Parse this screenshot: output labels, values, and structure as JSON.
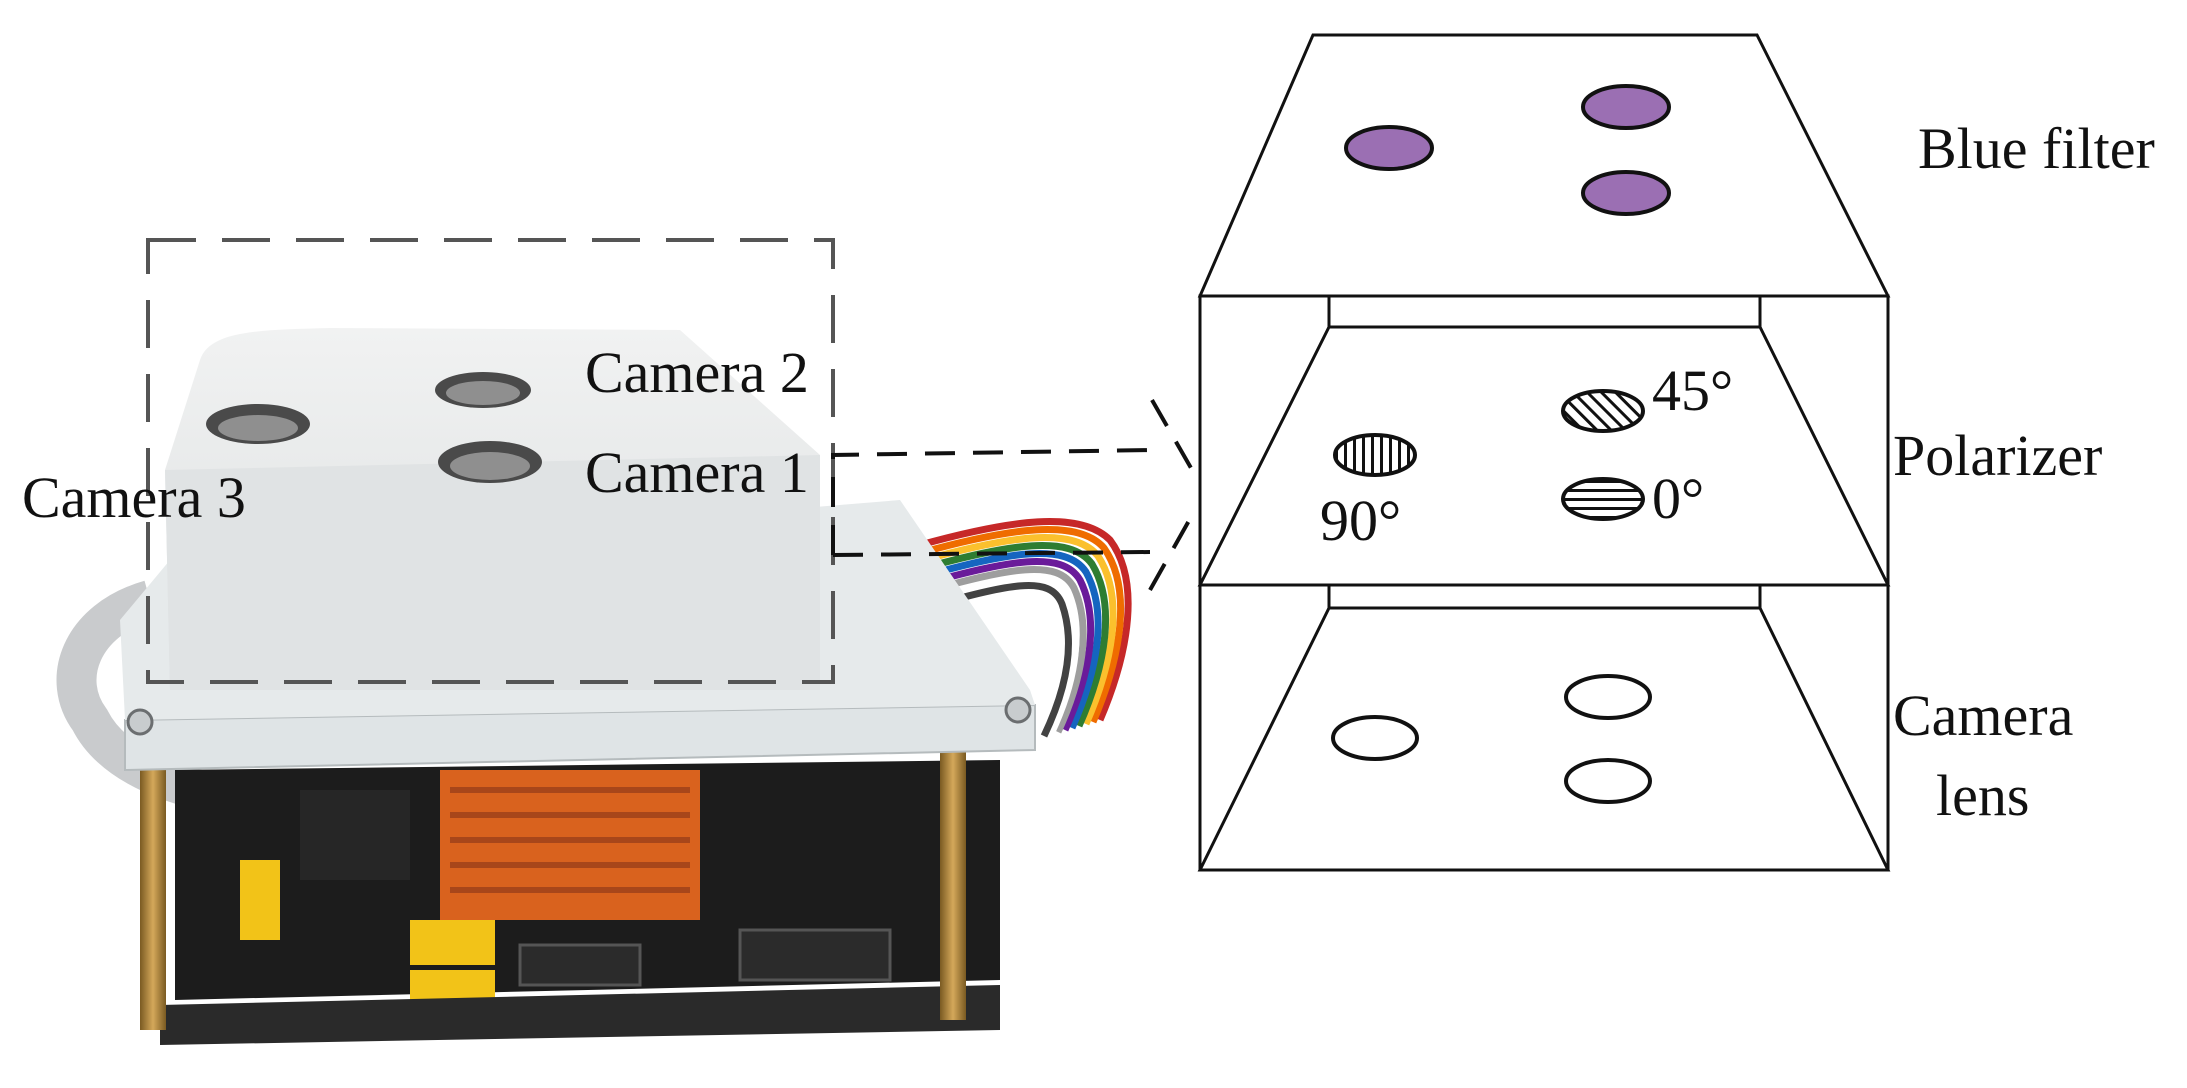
{
  "labels": {
    "camera3": "Camera 3",
    "camera2": "Camera 2",
    "camera1": "Camera 1",
    "blue_filter": "Blue filter",
    "polarizer": "Polarizer",
    "camera_lens_line1": "Camera",
    "camera_lens_line2": "lens",
    "angle_45": "45°",
    "angle_90": "90°",
    "angle_0": "0°"
  },
  "colors": {
    "filter_fill": "#9b6fb3",
    "enclosure": "#e8eaea",
    "board": "#1c1c1c",
    "heatsink": "#d9621e",
    "header": "#f2c318",
    "standoff": "#b8893a"
  }
}
